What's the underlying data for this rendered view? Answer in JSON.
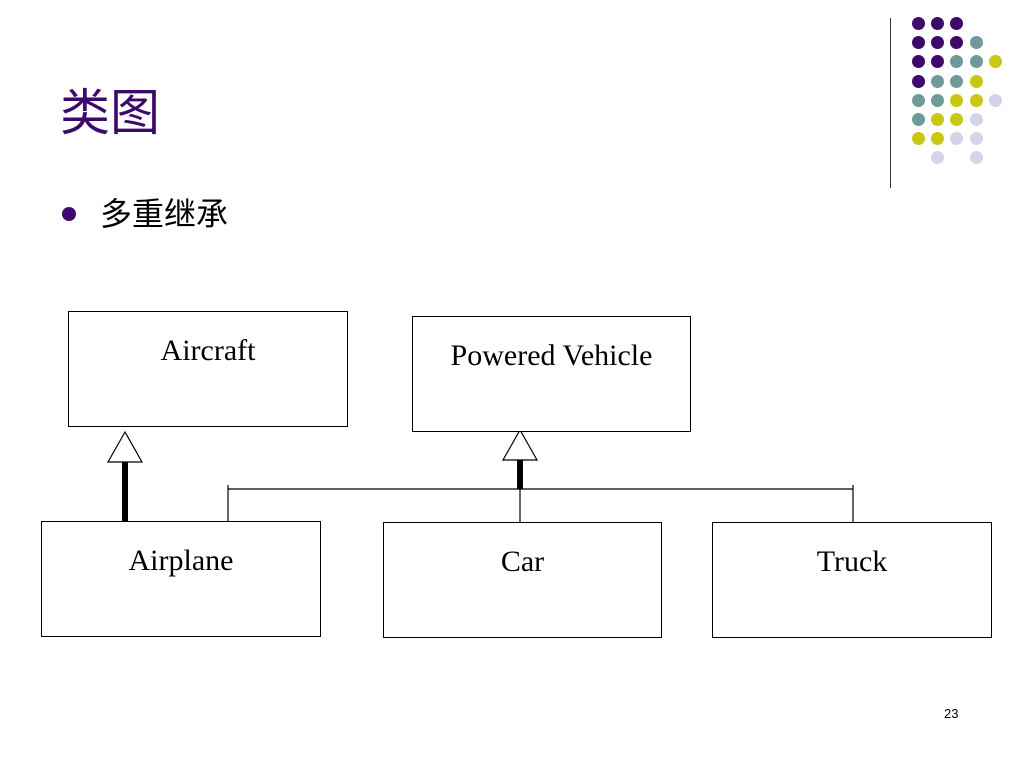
{
  "slide": {
    "title": "类图",
    "bullet": "多重继承",
    "page_number": "23"
  },
  "diagram": {
    "classes": {
      "aircraft": "Aircraft",
      "powered_vehicle": "Powered Vehicle",
      "airplane": "Airplane",
      "car": "Car",
      "truck": "Truck"
    },
    "relations": [
      {
        "from": "Airplane",
        "to": "Aircraft",
        "type": "generalization"
      },
      {
        "from": "Airplane",
        "to": "Powered Vehicle",
        "type": "generalization"
      },
      {
        "from": "Car",
        "to": "Powered Vehicle",
        "type": "generalization"
      },
      {
        "from": "Truck",
        "to": "Powered Vehicle",
        "type": "generalization"
      }
    ]
  },
  "decoration": {
    "colors": {
      "purple": "#3d0a6b",
      "teal": "#6e9a9a",
      "yellow": "#c8c814",
      "lavender": "#d4d4e8"
    },
    "dot_rows": [
      [
        "purple",
        "purple",
        "purple",
        null,
        null
      ],
      [
        "purple",
        "purple",
        "purple",
        "teal",
        null
      ],
      [
        "purple",
        "purple",
        "teal",
        "teal",
        "yellow"
      ],
      [
        "purple",
        "teal",
        "teal",
        "yellow",
        null
      ],
      [
        "teal",
        "teal",
        "yellow",
        "yellow",
        "lavender"
      ],
      [
        "teal",
        "yellow",
        "yellow",
        "lavender",
        null
      ],
      [
        "yellow",
        "yellow",
        "lavender",
        "lavender",
        null
      ],
      [
        null,
        "lavender",
        null,
        "lavender",
        null
      ]
    ]
  }
}
